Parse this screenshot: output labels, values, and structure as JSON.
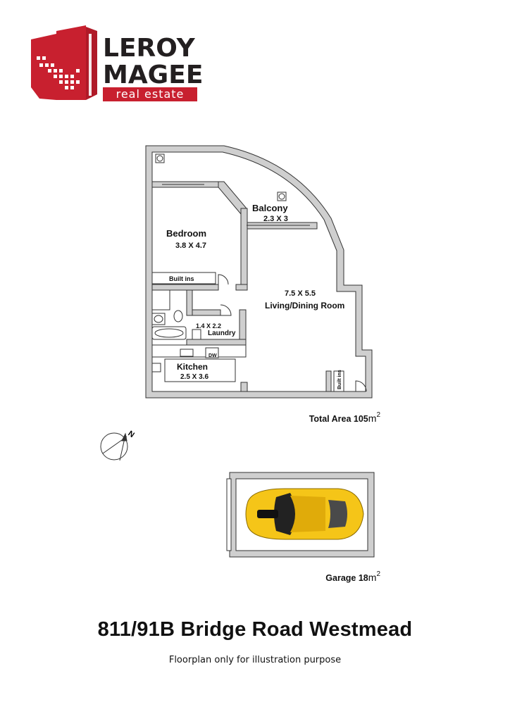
{
  "brand": {
    "line1": "LEROY",
    "line2": "MAGEE",
    "line3": "real estate",
    "red": "#c8202f",
    "dark": "#231f20"
  },
  "rooms": {
    "balcony": {
      "name": "Balcony",
      "size": "2.3 X 3"
    },
    "bedroom": {
      "name": "Bedroom",
      "size": "3.8 X 4.7"
    },
    "built_ins_bedroom": "Built ins",
    "living": {
      "size": "7.5 X 5.5",
      "name": "Living/Dining Room"
    },
    "laundry": {
      "size": "1.4 X 2.2",
      "name": "Laundry"
    },
    "kitchen": {
      "name": "Kitchen",
      "size": "2.5 X 3.6"
    },
    "dw": "DW",
    "built_ins_living": "Built ins"
  },
  "areas": {
    "total_label": "Total Area 105",
    "garage_label": "Garage 18",
    "unit": "m",
    "exponent": "2"
  },
  "compass": {
    "letter": "N",
    "icon": "compass-icon"
  },
  "car": {
    "color": "#f5c518",
    "icon": "car-icon"
  },
  "address": "811/91B Bridge Road Westmead",
  "disclaimer": "Floorplan only for illustration purpose"
}
